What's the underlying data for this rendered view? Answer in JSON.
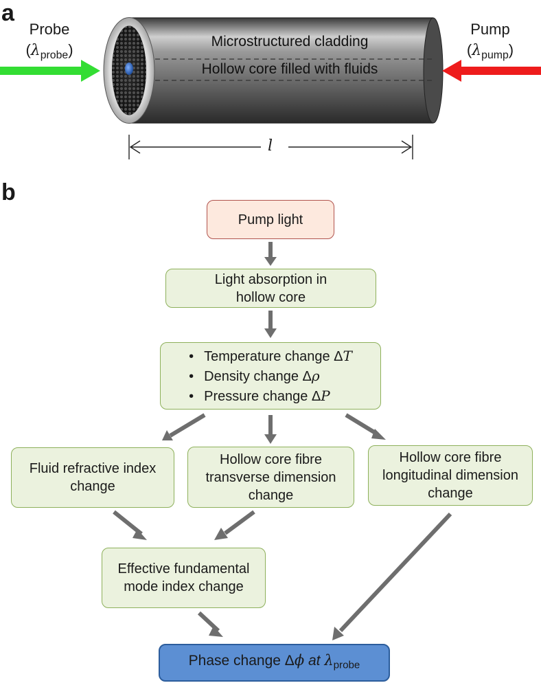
{
  "panel_a": {
    "letter": "a",
    "probe": {
      "label": "Probe",
      "symbol": "λ",
      "subscript": "probe"
    },
    "pump": {
      "label": "Pump",
      "symbol": "λ",
      "subscript": "pump"
    },
    "cladding_label": "Microstructured cladding",
    "core_label": "Hollow core filled with fluids",
    "length_label": "l",
    "colors": {
      "probe_arrow": "#33dd33",
      "pump_arrow": "#ee1c1c",
      "core": "#2f6fc4"
    }
  },
  "panel_b": {
    "letter": "b",
    "pump_light": "Pump light",
    "absorption": {
      "line1": "Light absorption in",
      "line2": "hollow core"
    },
    "changes": [
      {
        "text": "Temperature change Δ",
        "symbol": "T"
      },
      {
        "text": "Density change Δ",
        "symbol": "ρ"
      },
      {
        "text": "Pressure change Δ",
        "symbol": "P"
      }
    ],
    "fluid_index": {
      "line1": "Fluid refractive index",
      "line2": "change"
    },
    "transverse": {
      "line1": "Hollow core fibre",
      "line2": "transverse dimension",
      "line3": "change"
    },
    "longitudinal": {
      "line1": "Hollow core fibre",
      "line2": "longitudinal dimension",
      "line3": "change"
    },
    "effective_index": {
      "line1": "Effective fundamental",
      "line2": "mode index change"
    },
    "phase": {
      "text": "Phase change Δ",
      "phi": "ϕ",
      "at": "at",
      "lambda": "λ",
      "subscript": "probe"
    },
    "colors": {
      "green_fill": "#ebf2de",
      "pump_fill": "#fde9de",
      "phase_fill": "#5c8fd3",
      "arrow": "#6e6e6e"
    }
  }
}
